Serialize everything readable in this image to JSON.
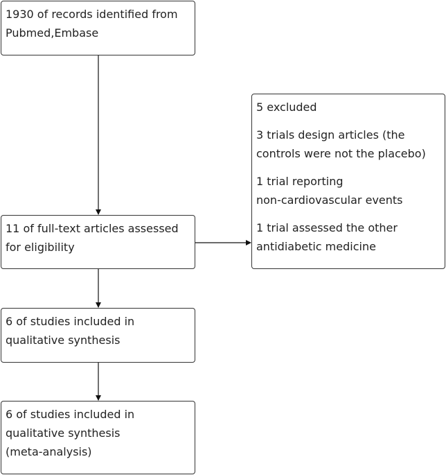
{
  "boxes": {
    "identified": {
      "lines": [
        "1930 of records identified from",
        "Pubmed,Embase"
      ]
    },
    "fulltext": {
      "lines": [
        "11 of full-text articles assessed",
        "for eligibility"
      ]
    },
    "qualitative": {
      "lines": [
        "6 of studies included in",
        "qualitative synthesis"
      ]
    },
    "meta": {
      "lines": [
        "6 of studies included in",
        "qualitative synthesis",
        "(meta-analysis)"
      ]
    },
    "excluded": {
      "paragraphs": [
        [
          "5 excluded"
        ],
        [
          "3 trials design articles (the",
          "controls were not the placebo)"
        ],
        [
          "1 trial reporting",
          "non-cardiovascular events"
        ],
        [
          "1 trial assessed the other",
          "antidiabetic medicine"
        ]
      ]
    }
  },
  "colors": {
    "border": "#333333",
    "text": "#222222",
    "arrow": "#111111"
  }
}
